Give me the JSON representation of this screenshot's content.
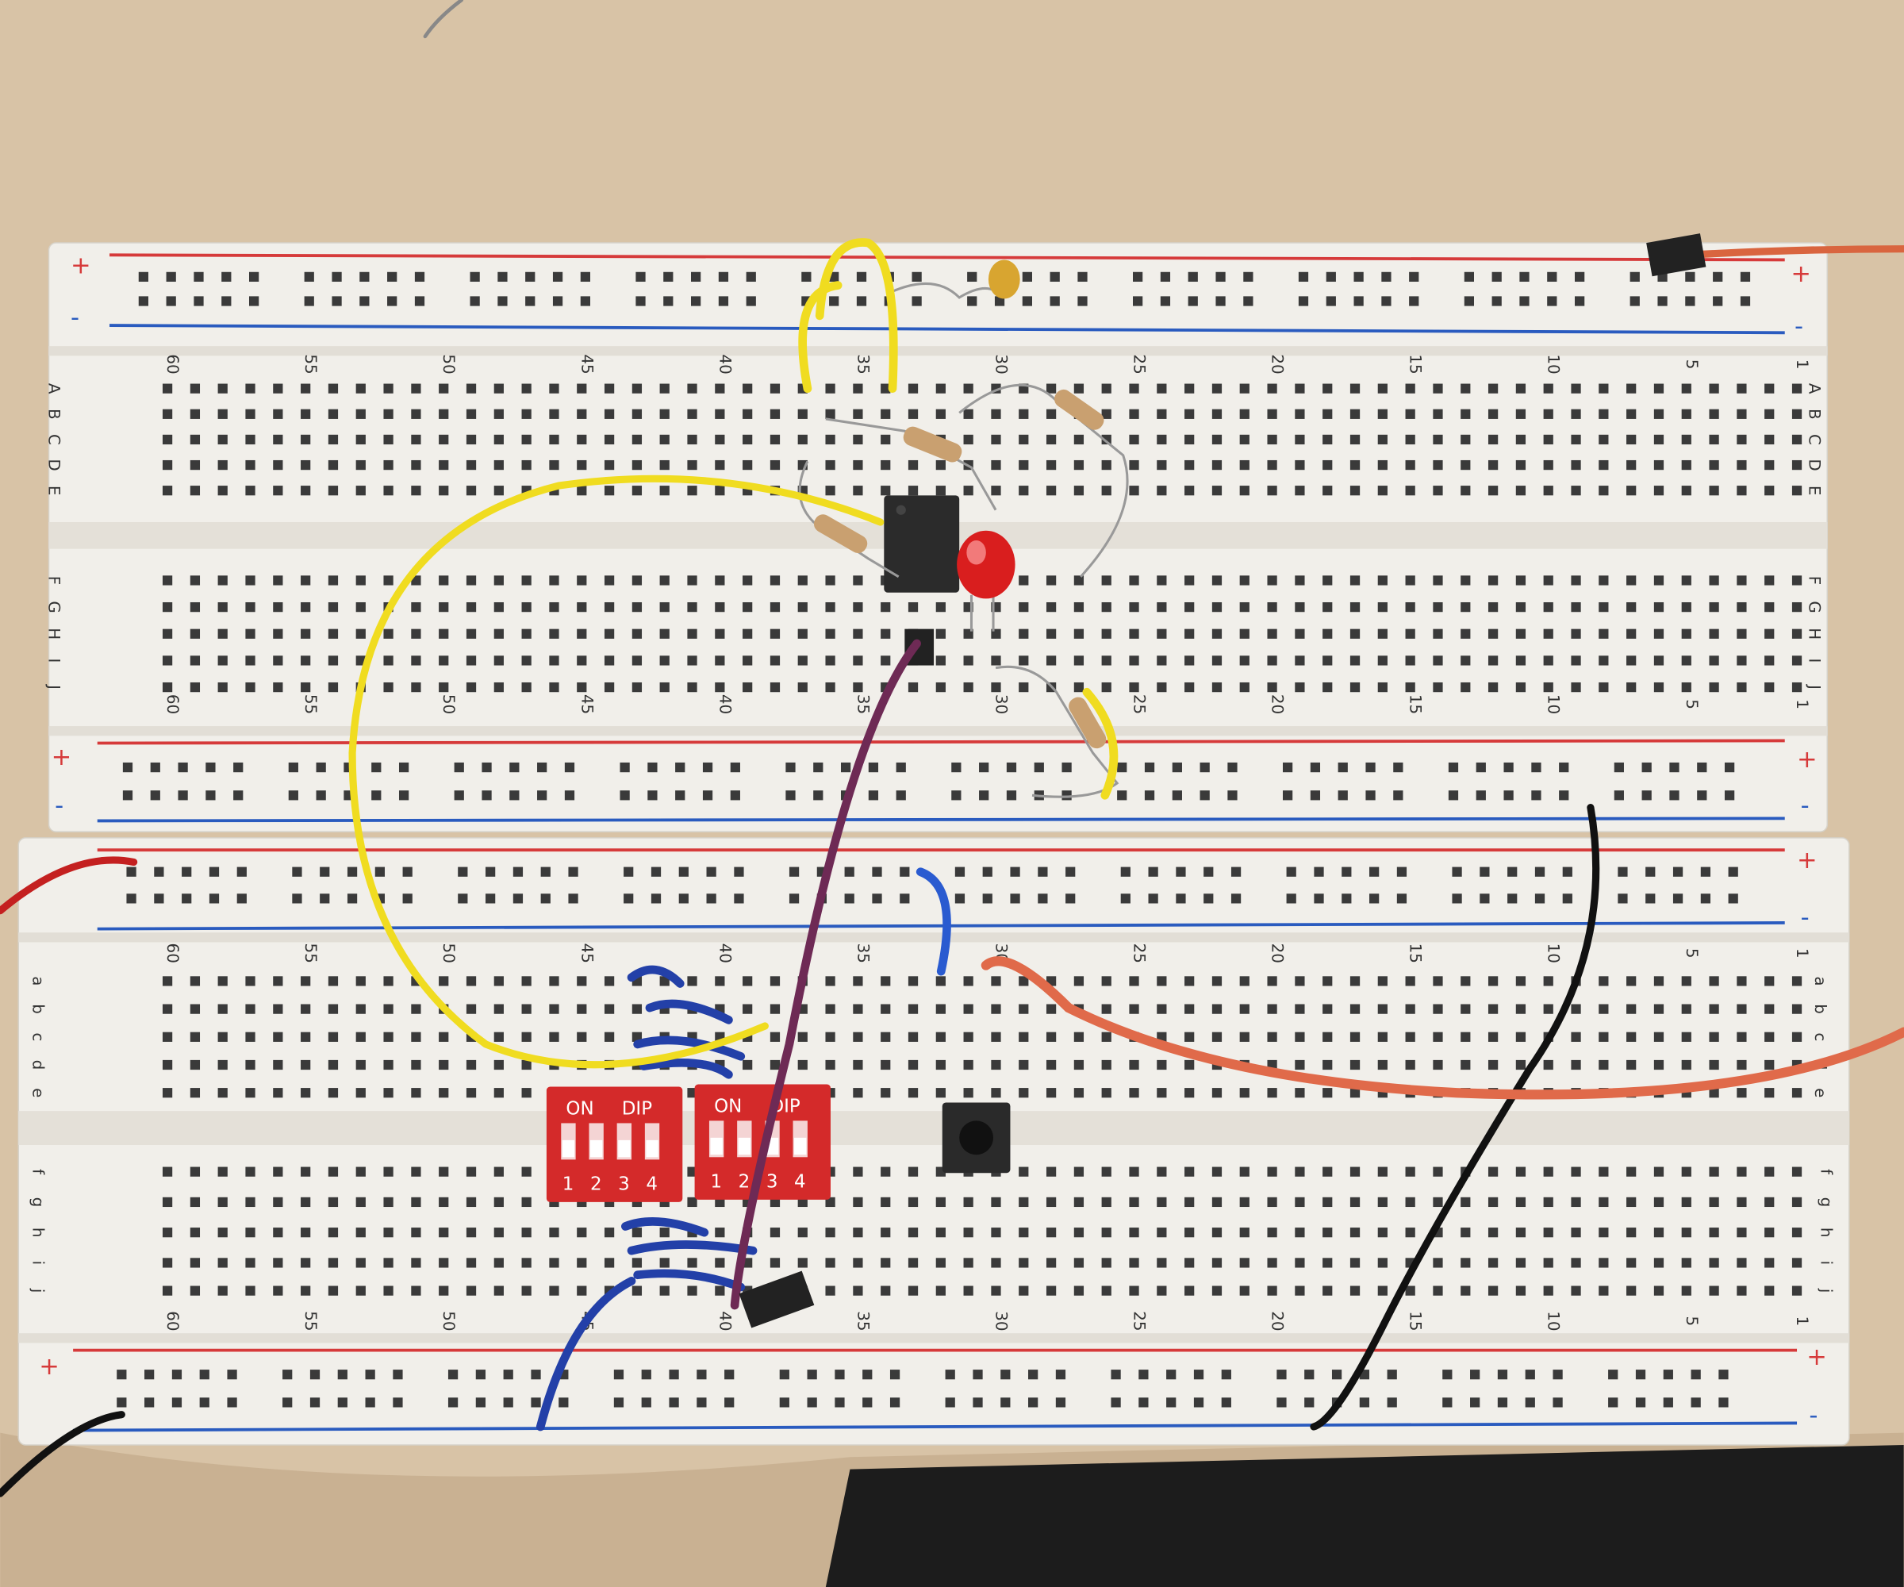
{
  "scene": {
    "description_colors": {
      "wood": "#d8c3a6",
      "board": "#f1efea",
      "red_rail": "#d63a3a",
      "blue_rail": "#2a5bbf",
      "dip_red": "#d42a2a"
    },
    "rail_plus": "+",
    "rail_minus": "-"
  },
  "column_numbers": [
    "60",
    "55",
    "50",
    "45",
    "40",
    "35",
    "30",
    "25",
    "20",
    "15",
    "10",
    "5",
    "1"
  ],
  "upper_board": {
    "rows_top": [
      "A",
      "B",
      "C",
      "D",
      "E"
    ],
    "rows_bottom": [
      "F",
      "G",
      "H",
      "I",
      "J"
    ]
  },
  "lower_board": {
    "rows_top": [
      "a",
      "b",
      "c",
      "d",
      "e"
    ],
    "rows_bottom": [
      "f",
      "g",
      "h",
      "i",
      "j"
    ]
  },
  "dip_switches": [
    {
      "on_label": "ON",
      "brand": "DIP",
      "positions": [
        "1",
        "2",
        "3",
        "4"
      ]
    },
    {
      "on_label": "ON",
      "brand": "DIP",
      "positions": [
        "1",
        "2",
        "3",
        "4"
      ]
    }
  ]
}
